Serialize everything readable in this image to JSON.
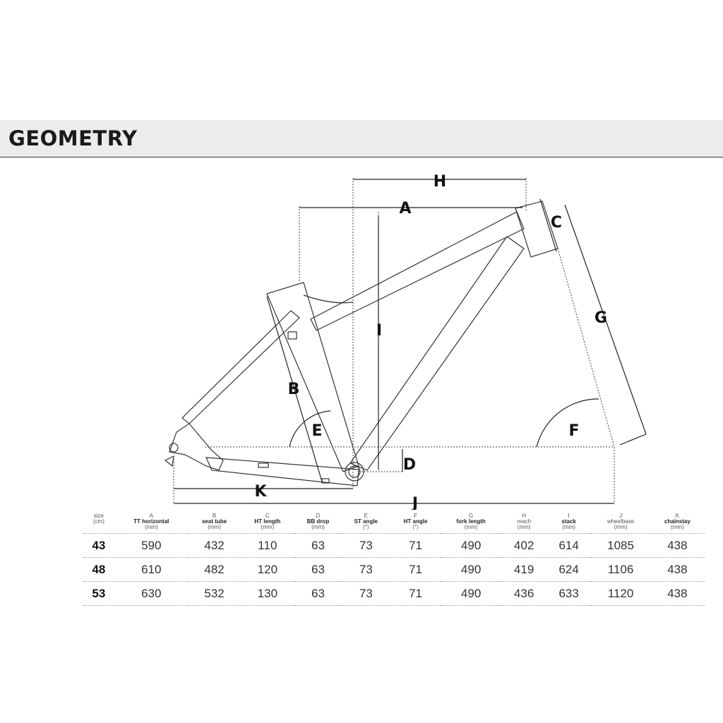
{
  "header": {
    "title": "GEOMETRY"
  },
  "diagram_labels": {
    "A": "A",
    "B": "B",
    "C": "C",
    "D": "D",
    "E": "E",
    "F": "F",
    "G": "G",
    "H": "H",
    "I": "I",
    "J": "J",
    "K": "K"
  },
  "table": {
    "columns": [
      {
        "letter": "size",
        "name": "",
        "unit": "(cm)"
      },
      {
        "letter": "A",
        "name": "TT horizontal",
        "unit": "(mm)"
      },
      {
        "letter": "B",
        "name": "seat tube",
        "unit": "(mm)"
      },
      {
        "letter": "C",
        "name": "HT length",
        "unit": "(mm)"
      },
      {
        "letter": "D",
        "name": "BB drop",
        "unit": "(mm)"
      },
      {
        "letter": "E",
        "name": "ST angle",
        "unit": "(°)"
      },
      {
        "letter": "F",
        "name": "HT angle",
        "unit": "(°)"
      },
      {
        "letter": "G",
        "name": "fork length",
        "unit": "(mm)"
      },
      {
        "letter": "H",
        "name": "reach",
        "unit": "(mm)"
      },
      {
        "letter": "I",
        "name": "stack",
        "unit": "(mm)"
      },
      {
        "letter": "J",
        "name": "wheelbase",
        "unit": "(mm)"
      },
      {
        "letter": "K",
        "name": "chainstay",
        "unit": "(mm)"
      }
    ],
    "rows": [
      {
        "size": "43",
        "values": [
          "590",
          "432",
          "110",
          "63",
          "73",
          "71",
          "490",
          "402",
          "614",
          "1085",
          "438"
        ]
      },
      {
        "size": "48",
        "values": [
          "610",
          "482",
          "120",
          "63",
          "73",
          "71",
          "490",
          "419",
          "624",
          "1106",
          "438"
        ]
      },
      {
        "size": "53",
        "values": [
          "630",
          "532",
          "130",
          "63",
          "73",
          "71",
          "490",
          "436",
          "633",
          "1120",
          "438"
        ]
      }
    ]
  }
}
